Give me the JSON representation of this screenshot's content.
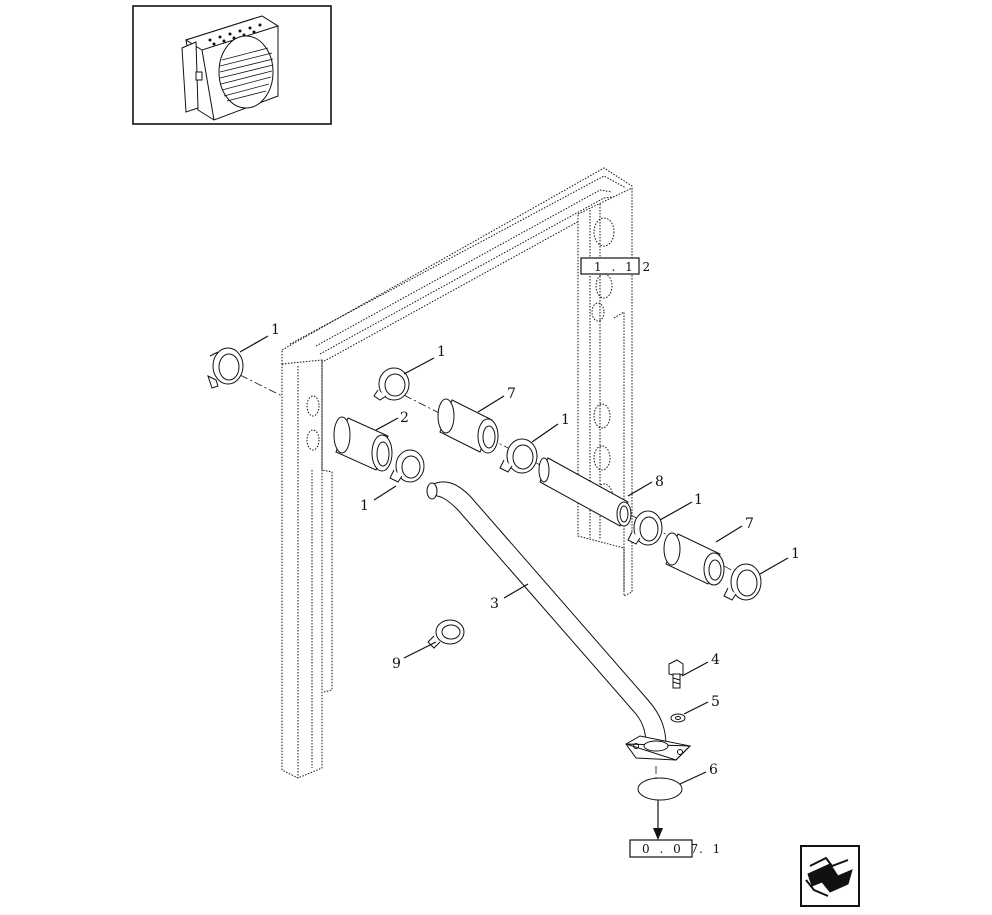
{
  "callouts": {
    "c1a": "1",
    "c1b": "1",
    "c1c": "1",
    "c1d": "1",
    "c1e": "1",
    "c1f": "1",
    "c2": "2",
    "c3": "3",
    "c4": "4",
    "c5": "5",
    "c6": "6",
    "c7a": "7",
    "c7b": "7",
    "c8": "8",
    "c9": "9"
  },
  "refs": {
    "frame_ref": "1 . 1 2",
    "outlet_ref_box": "0 . 0 7",
    "outlet_ref_suffix": ". 1"
  },
  "icons": {
    "thumbnail": "radiator-thumbnail-icon",
    "navigation": "return-arrow-icon"
  }
}
